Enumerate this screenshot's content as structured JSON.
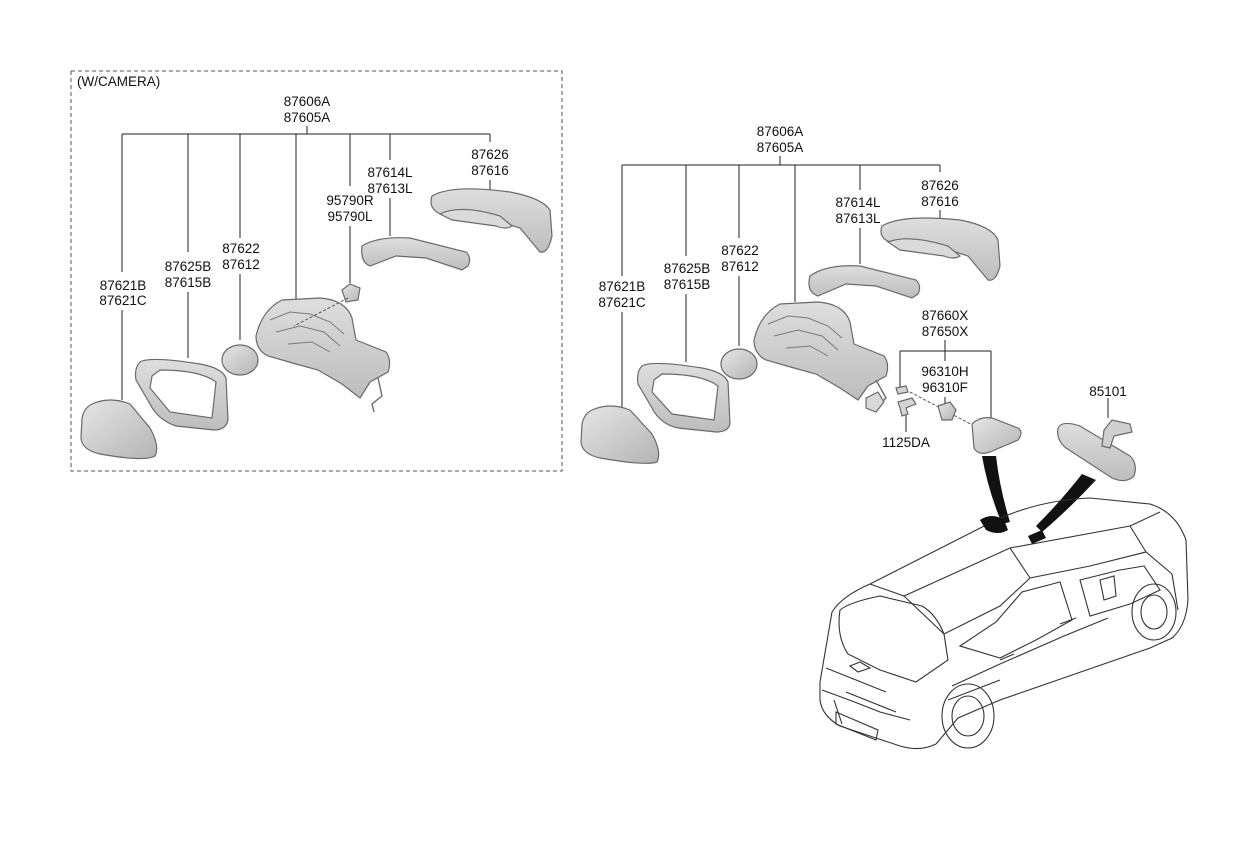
{
  "camera_group": {
    "heading": "(W/CAMERA)",
    "top_labels": [
      "87606A",
      "87605A"
    ],
    "glass": [
      "87621B",
      "87621C"
    ],
    "holder": [
      "87625B",
      "87615B"
    ],
    "actuator": [
      "87622",
      "87612"
    ],
    "lamp": [
      "87614L",
      "87613L"
    ],
    "cover": [
      "87626",
      "87616"
    ],
    "camera": [
      "95790R",
      "95790L"
    ]
  },
  "standard_group": {
    "top_labels": [
      "87606A",
      "87605A"
    ],
    "glass": [
      "87621B",
      "87621C"
    ],
    "holder": [
      "87625B",
      "87615B"
    ],
    "actuator": [
      "87622",
      "87612"
    ],
    "lamp": [
      "87614L",
      "87613L"
    ],
    "cover": [
      "87626",
      "87616"
    ],
    "triangle_cover": [
      "87660X",
      "87650X"
    ],
    "tweeter": [
      "96310H",
      "96310F"
    ],
    "screw": "1125DA"
  },
  "inside_mirror": "85101",
  "colors": {
    "part_fill": "#cfcfcf",
    "part_stroke": "#6a6a6a",
    "line": "#222222"
  }
}
